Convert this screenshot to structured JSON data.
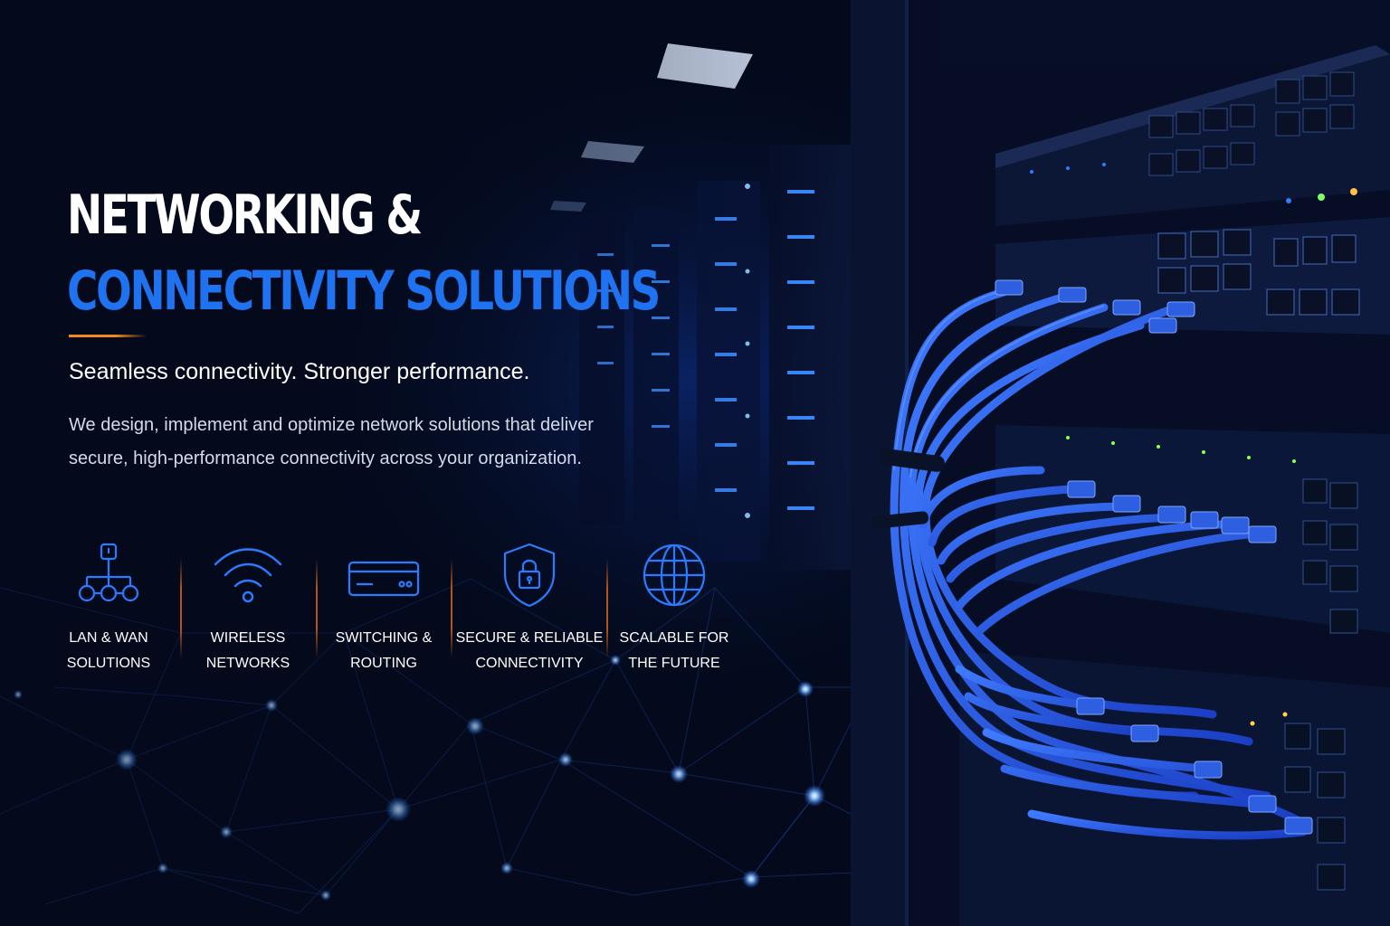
{
  "hero": {
    "title_line1": "NETWORKING &",
    "title_line2": "CONNECTIVITY SOLUTIONS",
    "tagline": "Seamless connectivity. Stronger performance.",
    "description": "We design, implement and optimize network solutions that deliver secure, high-performance connectivity across your organization."
  },
  "features": [
    {
      "icon": "network-hierarchy-icon",
      "label": "LAN & WAN\nSOLUTIONS"
    },
    {
      "icon": "wifi-icon",
      "label": "WIRELESS\nNETWORKS"
    },
    {
      "icon": "switch-router-icon",
      "label": "SWITCHING &\nROUTING"
    },
    {
      "icon": "shield-lock-icon",
      "label": "SECURE & RELIABLE\nCONNECTIVITY"
    },
    {
      "icon": "globe-icon",
      "label": "SCALABLE FOR\nTHE FUTURE"
    }
  ],
  "colors": {
    "background": "#040a1c",
    "accent_blue": "#1f72f0",
    "accent_orange": "#f28a1c",
    "icon_blue": "#2b7bff",
    "text_white": "#ffffff"
  }
}
